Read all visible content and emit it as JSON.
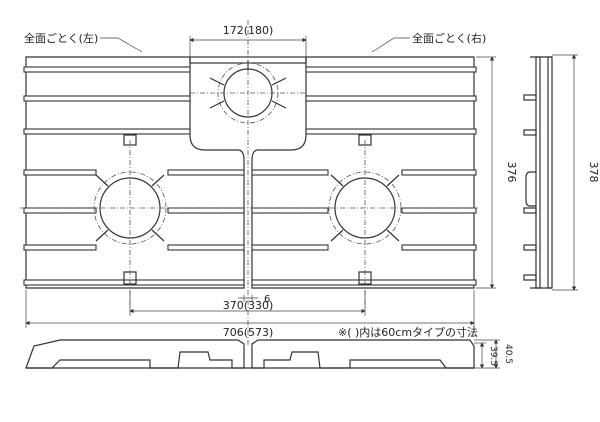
{
  "labels": {
    "grate_left": "全面ごとく(左)",
    "grate_right": "全面ごとく(右)",
    "note": "※(   )内は60cmタイプの寸法"
  },
  "dimensions": {
    "center_width": "172(180)",
    "depth_main": "376",
    "depth_side": "378",
    "burner_pitch": "370(330)",
    "gap": "6",
    "total_width": "706(573)",
    "height_a": "39.5",
    "height_b": "40.5"
  }
}
